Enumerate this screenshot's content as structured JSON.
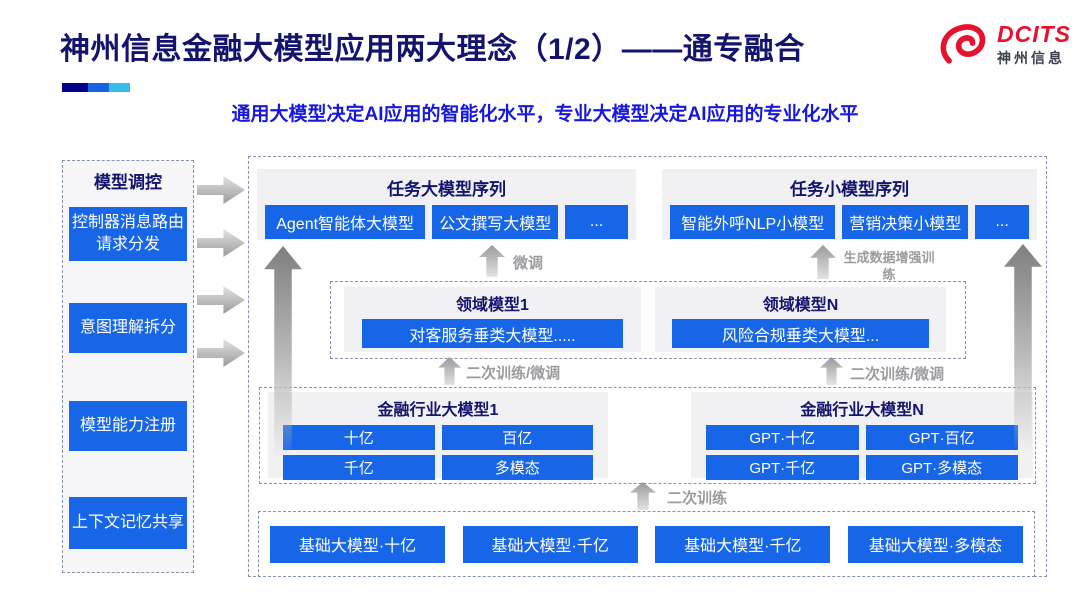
{
  "header": {
    "title": "神州信息金融大模型应用两大理念（1/2）——通专融合",
    "subtitle": "通用大模型决定AI应用的智能化水平，专业大模型决定AI应用的专业化水平",
    "logo": {
      "brand": "DCITS",
      "company": "神州信息"
    }
  },
  "sidebar": {
    "title": "模型调控",
    "items": [
      "控制器消息路由请求分发",
      "意图理解拆分",
      "模型能力注册",
      "上下文记忆共享"
    ]
  },
  "panels": {
    "task_large": {
      "title": "任务大模型序列",
      "items": [
        "Agent智能体大模型",
        "公文撰写大模型",
        "..."
      ]
    },
    "task_small": {
      "title": "任务小模型序列",
      "items": [
        "智能外呼NLP小模型",
        "营销决策小模型",
        "..."
      ]
    },
    "domain_1": {
      "title": "领域模型1",
      "item": "对客服务垂类大模型....."
    },
    "domain_n": {
      "title": "领域模型N",
      "item": "风险合规垂类大模型..."
    },
    "industry_1": {
      "title": "金融行业大模型1",
      "items": [
        "十亿",
        "百亿",
        "千亿",
        "多模态"
      ]
    },
    "industry_n": {
      "title": "金融行业大模型N",
      "items": [
        "GPT·十亿",
        "GPT·百亿",
        "GPT·千亿",
        "GPT·多模态"
      ]
    },
    "base": {
      "items": [
        "基础大模型·十亿",
        "基础大模型·千亿",
        "基础大模型·千亿",
        "基础大模型·多模态"
      ]
    }
  },
  "arrows": {
    "finetune": "微调",
    "augment": "生成数据增强训练",
    "retrain_left": "二次训练/微调",
    "retrain_right": "二次训练/微调",
    "retrain_base": "二次训练"
  },
  "colors": {
    "accent_blue": "#1766e8",
    "title_navy": "#14146e",
    "subtitle_blue": "#1717dd",
    "logo_red": "#e8112d",
    "dash_border": "#8593ad"
  }
}
